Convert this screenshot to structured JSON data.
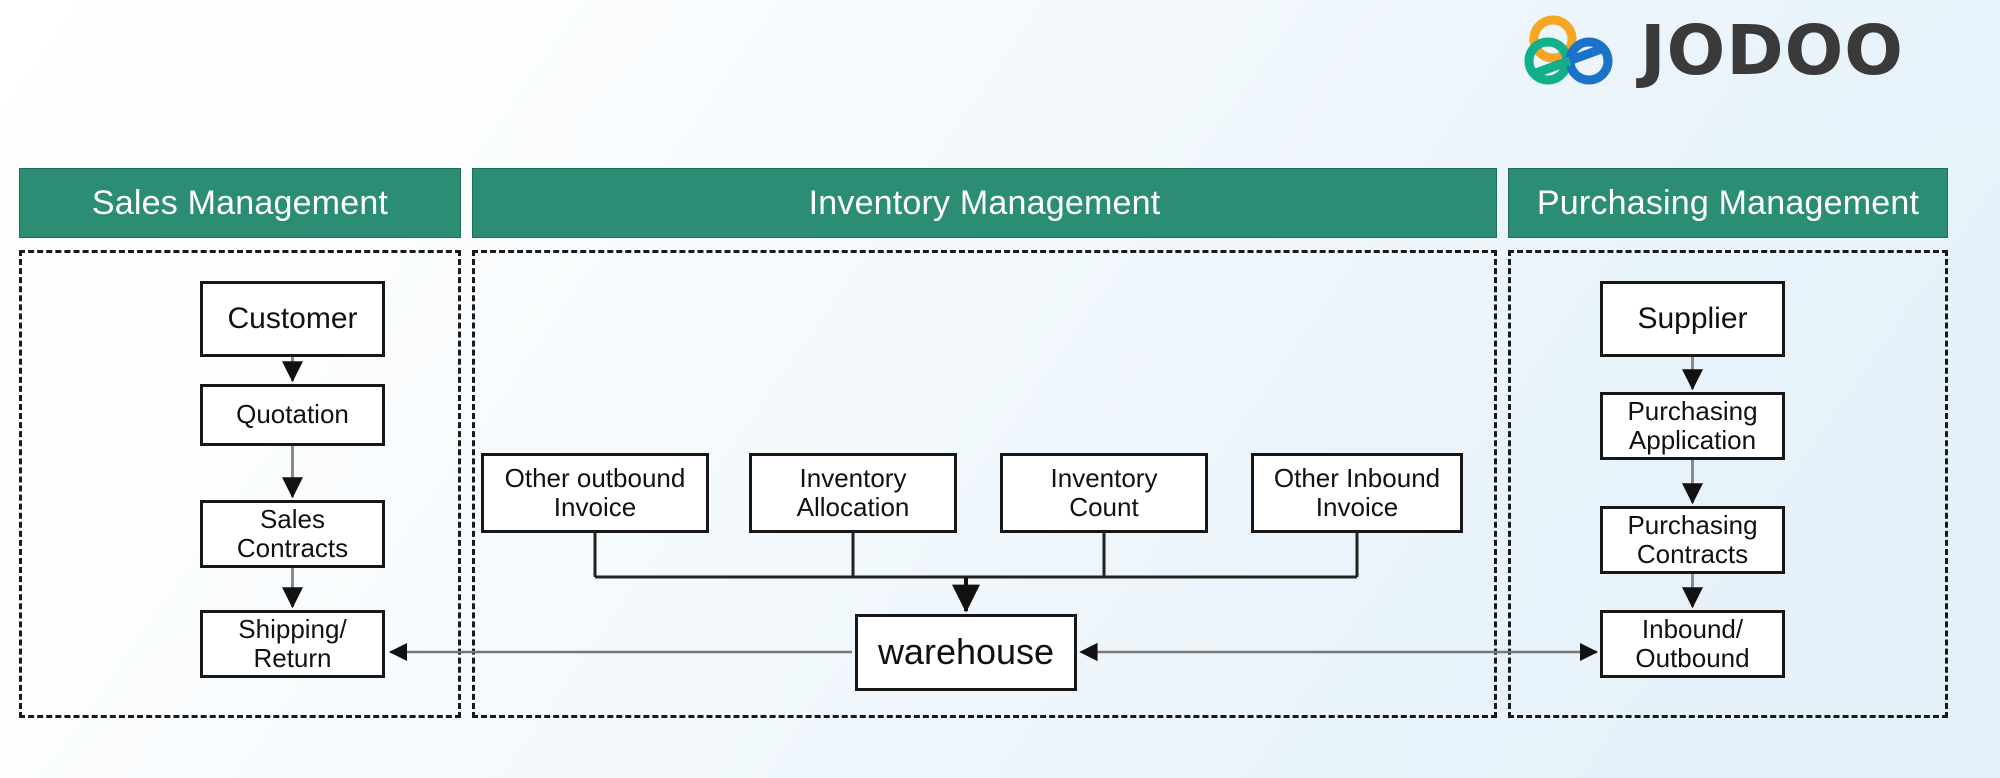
{
  "brand": {
    "name": "JODOO",
    "mark_icon": "jodoo-infinity-logo-icon",
    "colors": {
      "orange": "#f5a623",
      "teal": "#12b08a",
      "blue": "#1a73c8",
      "wordmark": "#3a3a3a"
    }
  },
  "theme": {
    "header_bg": "#2b8d74",
    "header_text": "#ffffff",
    "node_border": "#171717",
    "node_bg": "#ffffff",
    "panel_border": "#1a1a1a",
    "connector": "#808080",
    "page_bg_start": "#ffffff",
    "page_bg_end": "#e3f0f8"
  },
  "sections": [
    {
      "id": "sales",
      "title": "Sales Management"
    },
    {
      "id": "inventory",
      "title": "Inventory Management"
    },
    {
      "id": "purchasing",
      "title": "Purchasing Management"
    }
  ],
  "nodes": {
    "customer": "Customer",
    "quotation": "Quotation",
    "sales_contracts": "Sales\nContracts",
    "shipping_return": "Shipping/\nReturn",
    "other_outbound_invoice": "Other outbound\nInvoice",
    "inventory_allocation": "Inventory\nAllocation",
    "inventory_count": "Inventory\nCount",
    "other_inbound_invoice": "Other Inbound\nInvoice",
    "warehouse": "warehouse",
    "supplier": "Supplier",
    "purchasing_application": "Purchasing\nApplication",
    "purchasing_contracts": "Purchasing\nContracts",
    "inbound_outbound": "Inbound/\nOutbound"
  },
  "connections": [
    {
      "from": "customer",
      "to": "quotation",
      "direction": "down"
    },
    {
      "from": "quotation",
      "to": "sales_contracts",
      "direction": "down"
    },
    {
      "from": "sales_contracts",
      "to": "shipping_return",
      "direction": "down"
    },
    {
      "from": "warehouse",
      "to": "shipping_return",
      "direction": "left"
    },
    {
      "from": "other_outbound_invoice",
      "to": "warehouse",
      "direction": "bus-down"
    },
    {
      "from": "inventory_allocation",
      "to": "warehouse",
      "direction": "bus-down"
    },
    {
      "from": "inventory_count",
      "to": "warehouse",
      "direction": "bus-down"
    },
    {
      "from": "other_inbound_invoice",
      "to": "warehouse",
      "direction": "bus-down"
    },
    {
      "from": "warehouse",
      "to": "inbound_outbound",
      "direction": "bidirectional"
    },
    {
      "from": "supplier",
      "to": "purchasing_application",
      "direction": "down"
    },
    {
      "from": "purchasing_application",
      "to": "purchasing_contracts",
      "direction": "down"
    },
    {
      "from": "purchasing_contracts",
      "to": "inbound_outbound",
      "direction": "down"
    }
  ]
}
